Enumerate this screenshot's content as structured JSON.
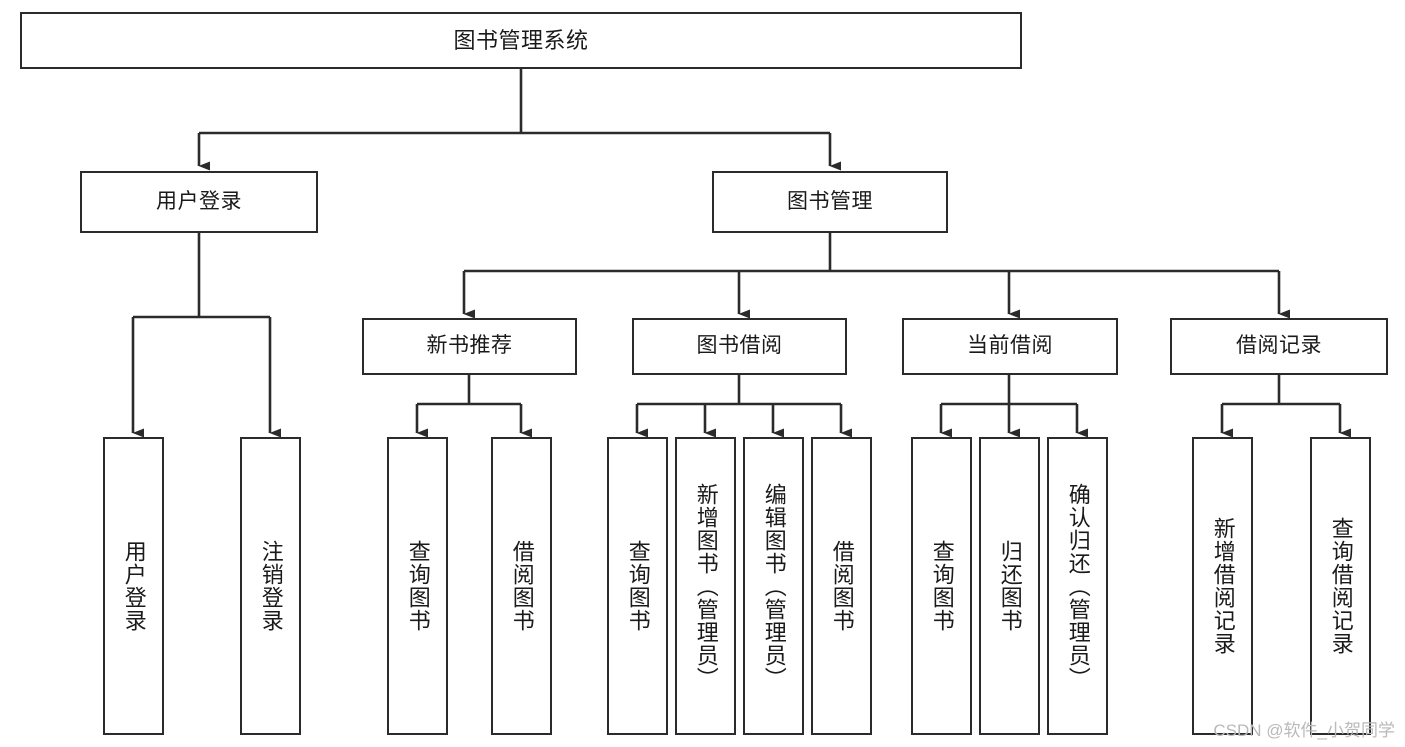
{
  "diagram": {
    "type": "tree-hierarchy",
    "title": "图书管理系统",
    "watermark": "CSDN @软件_小贺同学",
    "colors": {
      "box_border": "#2b2b2b",
      "box_fill": "#ffffff",
      "edge": "#2b2b2b",
      "text": "#1a1a1a",
      "watermark": "#b9b9b9",
      "background": "#ffffff"
    },
    "nodes": {
      "root": {
        "label": "图书管理系统"
      },
      "level2": [
        {
          "id": "user-login",
          "label": "用户登录"
        },
        {
          "id": "book-manage",
          "label": "图书管理"
        }
      ],
      "level3": [
        {
          "id": "new-book-recommend",
          "label": "新书推荐"
        },
        {
          "id": "book-borrow",
          "label": "图书借阅"
        },
        {
          "id": "current-borrow",
          "label": "当前借阅"
        },
        {
          "id": "borrow-record",
          "label": "借阅记录"
        }
      ],
      "leaves": {
        "user-login": [
          {
            "id": "leaf-user-login",
            "label": "用户登录"
          },
          {
            "id": "leaf-logout",
            "label": "注销登录"
          }
        ],
        "new-book-recommend": [
          {
            "id": "leaf-query-book-1",
            "label": "查询图书"
          },
          {
            "id": "leaf-borrow-book-1",
            "label": "借阅图书"
          }
        ],
        "book-borrow": [
          {
            "id": "leaf-query-book-2",
            "label": "查询图书"
          },
          {
            "id": "leaf-add-book",
            "label": "新增图书（管理员）"
          },
          {
            "id": "leaf-edit-book",
            "label": "编辑图书（管理员）"
          },
          {
            "id": "leaf-borrow-book-2",
            "label": "借阅图书"
          }
        ],
        "current-borrow": [
          {
            "id": "leaf-query-book-3",
            "label": "查询图书"
          },
          {
            "id": "leaf-return-book",
            "label": "归还图书"
          },
          {
            "id": "leaf-confirm-return",
            "label": "确认归还（管理员）"
          }
        ],
        "borrow-record": [
          {
            "id": "leaf-add-record",
            "label": "新增借阅记录"
          },
          {
            "id": "leaf-query-record",
            "label": "查询借阅记录"
          }
        ]
      }
    }
  }
}
